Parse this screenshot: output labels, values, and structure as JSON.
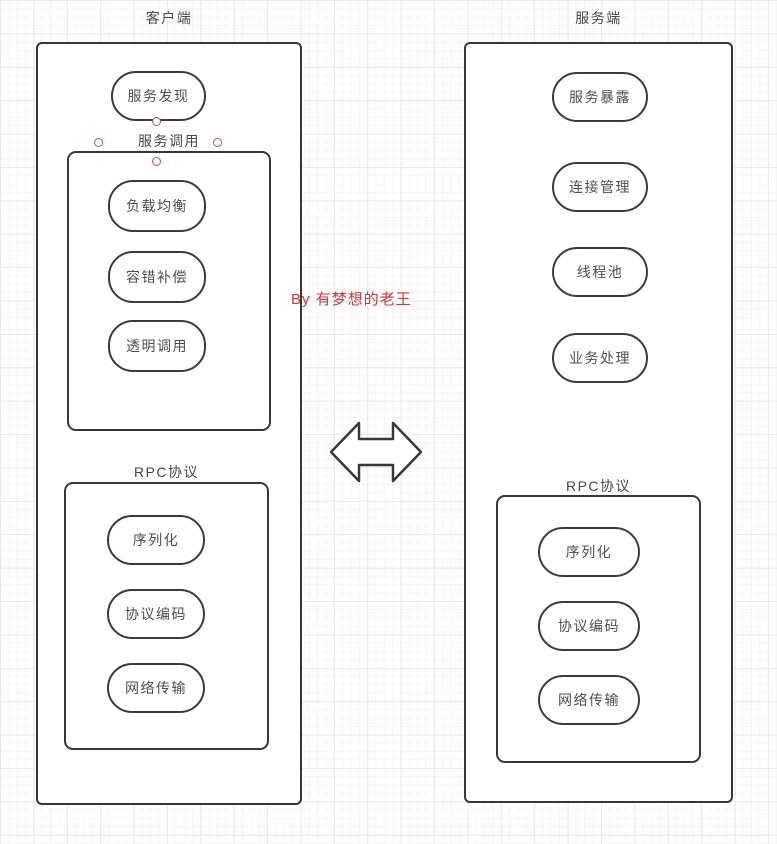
{
  "diagram": {
    "watermark": "By 有梦想的老王",
    "client": {
      "title": "客户端",
      "service_discovery": "服务发现",
      "service_invoke": {
        "title": "服务调用",
        "items": [
          "负载均衡",
          "容错补偿",
          "透明调用"
        ]
      },
      "rpc": {
        "title": "RPC协议",
        "items": [
          "序列化",
          "协议编码",
          "网络传输"
        ]
      }
    },
    "server": {
      "title": "服务端",
      "items": [
        "服务暴露",
        "连接管理",
        "线程池",
        "业务处理"
      ],
      "rpc": {
        "title": "RPC协议",
        "items": [
          "序列化",
          "协议编码",
          "网络传输"
        ]
      }
    },
    "colors": {
      "stroke": "#3b3b3b",
      "text": "#4e4e4e",
      "watermark_red": "#c53b3b",
      "connection_point": "#b85450",
      "grid_minor": "#f6f6f6",
      "grid_major": "#e9e9e9",
      "fill": "#ffffff"
    },
    "icons": {
      "arrow": "double-horizontal-arrow",
      "connection_point": "connection-point"
    }
  }
}
